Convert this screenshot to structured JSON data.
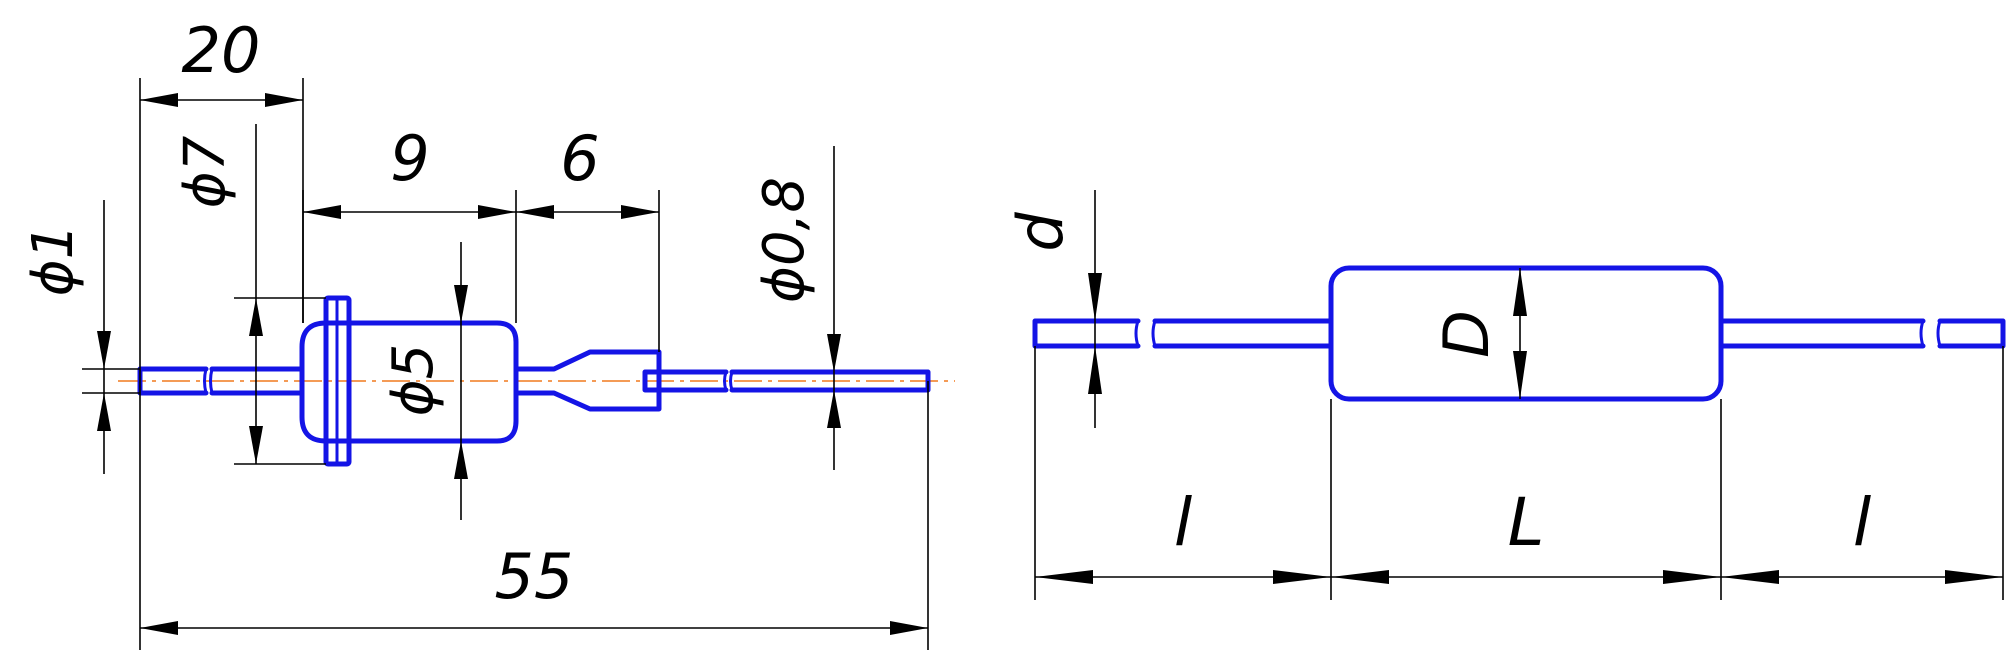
{
  "colors": {
    "outline": "#1414e6",
    "centerline": "#f07a1e",
    "dimension": "#000000",
    "background": "#ffffff"
  },
  "left_drawing": {
    "dims": {
      "d_lead": "ϕ1",
      "d_flange": "ϕ7",
      "len_20": "20",
      "len_9": "9",
      "len_6": "6",
      "d_body": "ϕ5",
      "d_lead_right": "ϕ0,8",
      "len_total": "55"
    }
  },
  "right_drawing": {
    "dims": {
      "lead_d": "d",
      "body_D": "D",
      "lead_len_left": "l",
      "body_len": "L",
      "lead_len_right": "l"
    }
  }
}
